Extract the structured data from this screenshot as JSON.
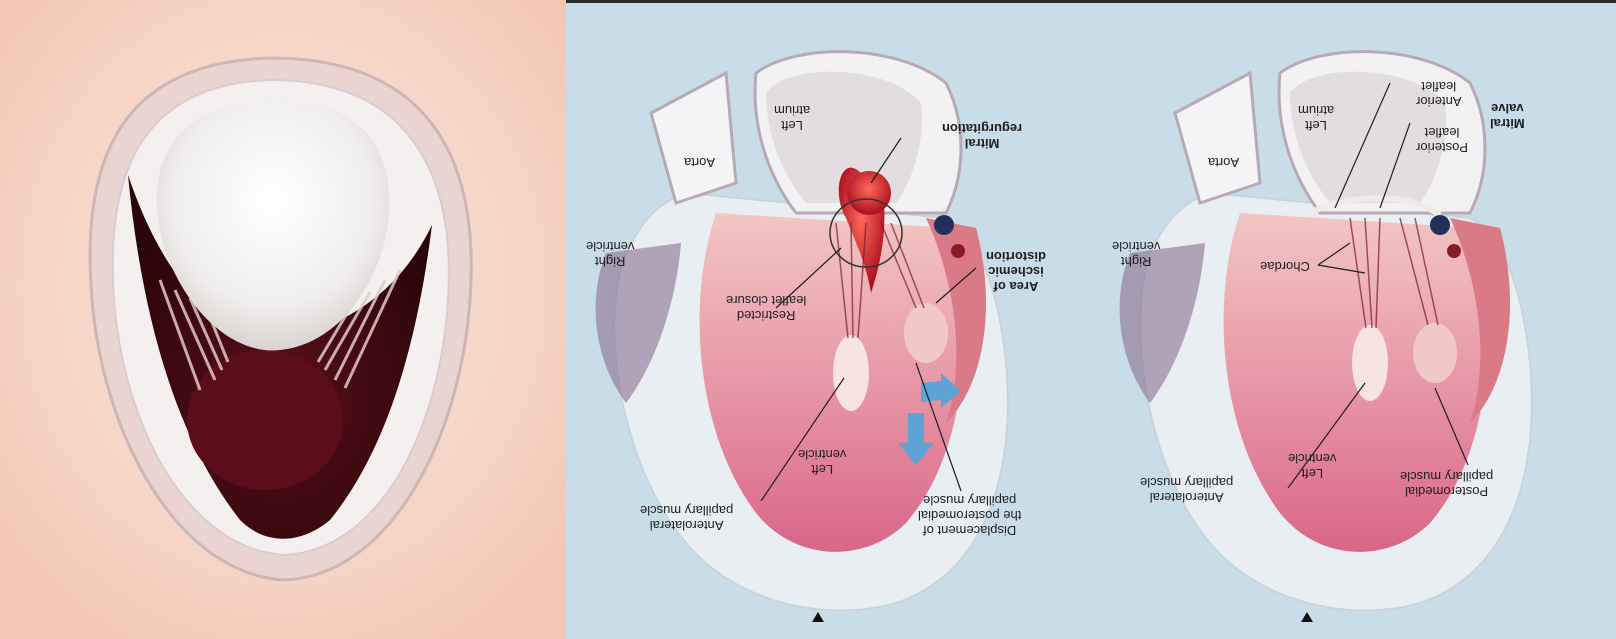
{
  "panels": {
    "middle": {
      "labels": {
        "aorta": "Aorta",
        "left_atrium": "Left\natrium",
        "mitral_regurgitation": "Mitral\nregurgitation",
        "right_ventricle": "Right\nventricle",
        "restricted_leaflet_closure": "Restricted\nleaflet closure",
        "area_ischemic_distortion": "Area of\nischemic\ndistortion",
        "left_ventricle": "Left\nventricle",
        "anterolateral_papillary_muscle": "Anterolateral\npapillary muscle",
        "displacement_postero": "Displacement of\nthe posteromedial\npapillary muscle"
      }
    },
    "right": {
      "labels": {
        "aorta": "Aorta",
        "left_atrium": "Left\natrium",
        "right_ventricle": "Right\nventricle",
        "chordae": "Chordae",
        "mitral_valve": "Mitral\nvalve",
        "anterior_leaflet": "Anterior\nleaflet",
        "posterior_leaflet": "Posterior\nleaflet",
        "left_ventricle": "Left\nventricle",
        "anterolateral_papillary_muscle": "Anterolateral\npapillary muscle",
        "posteromedial_papillary_muscle": "Posteromedial\npapillary muscle"
      }
    }
  }
}
